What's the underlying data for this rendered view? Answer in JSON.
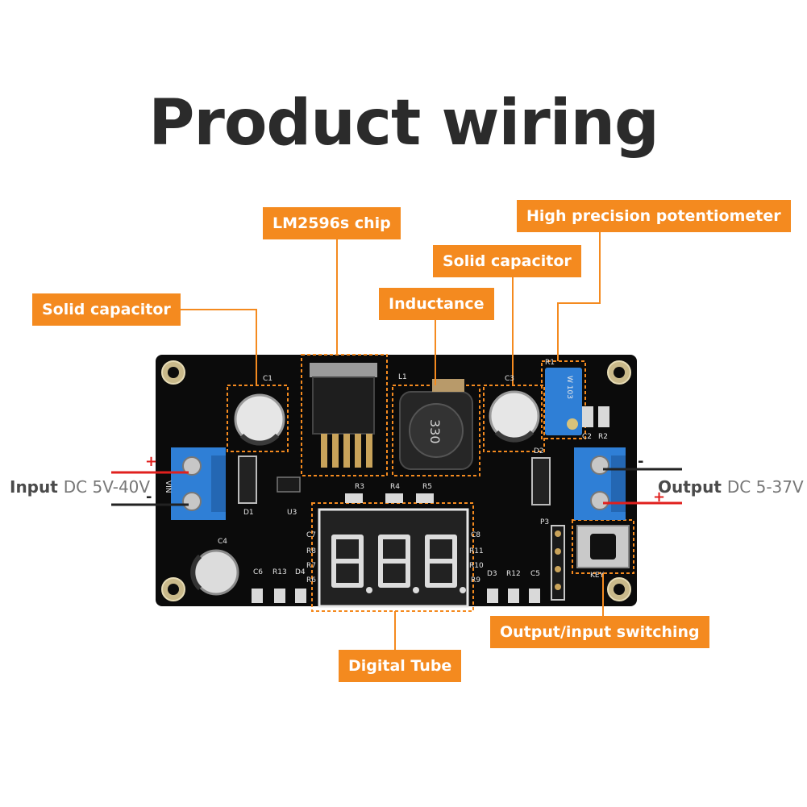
{
  "title": "Product wiring",
  "callouts": {
    "solid_capacitor_left": "Solid capacitor",
    "lm2596_chip": "LM2596s chip",
    "inductance": "Inductance",
    "solid_capacitor_right": "Solid capacitor",
    "potentiometer": "High precision potentiometer",
    "digital_tube": "Digital Tube",
    "switching": "Output/input switching"
  },
  "input": {
    "label": "Input",
    "spec": "DC 5V-40V",
    "plus": "+",
    "minus": "-"
  },
  "output": {
    "label": "Output",
    "spec": "DC 5-37V",
    "plus": "+",
    "minus": "-"
  },
  "board_labels": {
    "c1": "C1",
    "c3": "C3",
    "c4": "C4",
    "c5": "C5",
    "c6": "C6",
    "c7": "C7",
    "c8": "C8",
    "l1": "L1",
    "d1": "D1",
    "d2": "D2",
    "d3": "D3",
    "d4": "D4",
    "r1": "R1",
    "r2": "R2",
    "r3": "R3",
    "r4": "R4",
    "r5": "R5",
    "r6": "R6",
    "r7": "R7",
    "r8": "R8",
    "r9": "R9",
    "r10": "R10",
    "r11": "R11",
    "r12": "R12",
    "r13": "R13",
    "u3": "U3",
    "p3": "P3",
    "c2": "C2",
    "key": "KEY",
    "inductor_code": "330",
    "pot_code": "W 103",
    "vin": "VIN"
  },
  "colors": {
    "accent": "#f48a1f",
    "board": "#0b0b0b",
    "terminal": "#2f7fd6",
    "wire_red": "#e0201e"
  }
}
